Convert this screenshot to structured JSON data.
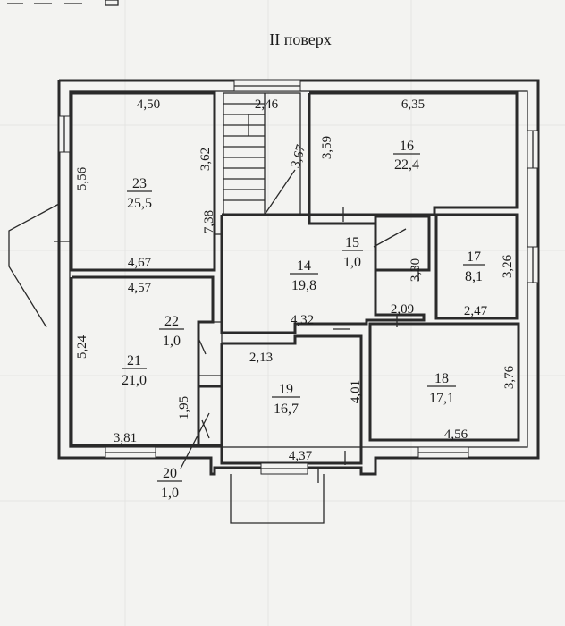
{
  "floor_title": "II поверх",
  "rooms": [
    {
      "id": "r23",
      "number": "23",
      "area": "25,5"
    },
    {
      "id": "r16",
      "number": "16",
      "area": "22,4"
    },
    {
      "id": "r14",
      "number": "14",
      "area": "19,8"
    },
    {
      "id": "r15",
      "number": "15",
      "area": "1,0"
    },
    {
      "id": "r17",
      "number": "17",
      "area": "8,1"
    },
    {
      "id": "r22",
      "number": "22",
      "area": "1,0"
    },
    {
      "id": "r21",
      "number": "21",
      "area": "21,0"
    },
    {
      "id": "r19",
      "number": "19",
      "area": "16,7"
    },
    {
      "id": "r18",
      "number": "18",
      "area": "17,1"
    },
    {
      "id": "r20",
      "number": "20",
      "area": "1,0"
    }
  ],
  "dimensions": {
    "d1": "4,50",
    "d2": "2,46",
    "d3": "6,35",
    "d4": "5,56",
    "d5": "3,62",
    "d6": "3,67",
    "d7": "3,59",
    "d8": "7,38",
    "d9": "4,67",
    "d10": "4,57",
    "d11": "3,30",
    "d12": "3,26",
    "d13": "2,09",
    "d14": "2,47",
    "d15": "4,32",
    "d16": "5,24",
    "d17": "2,13",
    "d18": "4,01",
    "d19": "3,76",
    "d20": "1,95",
    "d21": "3,81",
    "d22": "4,56",
    "d23": "4,37"
  }
}
